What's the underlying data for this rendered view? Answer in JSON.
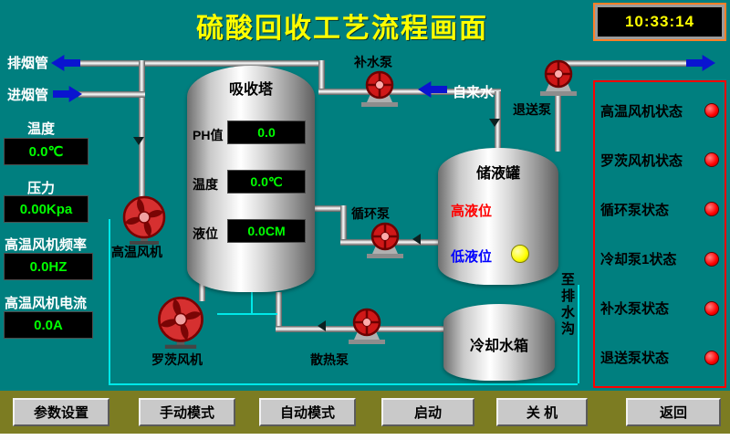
{
  "title": "硫酸回收工艺流程画面",
  "clock": "10:33:14",
  "left_panel": {
    "exhaust_pipe_label": "排烟管",
    "intake_pipe_label": "进烟管",
    "temperature_label": "温度",
    "temperature_value": "0.0℃",
    "pressure_label": "压力",
    "pressure_value": "0.00Kpa",
    "fan_freq_label": "高温风机频率",
    "fan_freq_value": "0.0HZ",
    "fan_current_label": "高温风机电流",
    "fan_current_value": "0.0A"
  },
  "tower": {
    "name": "吸收塔",
    "ph_label": "PH值",
    "ph_value": "0.0",
    "temp_label": "温度",
    "temp_value": "0.0℃",
    "level_label": "液位",
    "level_value": "0.0CM"
  },
  "equipment": {
    "high_temp_fan": "高温风机",
    "roots_fan": "罗茨风机",
    "makeup_pump": "补水泵",
    "tap_water": "自来水",
    "return_pump": "退送泵",
    "circulating_pump": "循环泵",
    "heat_pump": "散热泵"
  },
  "storage_tank": {
    "name": "储液罐",
    "high_level": "高液位",
    "low_level": "低液位"
  },
  "cooling_tank": {
    "name": "冷却水箱"
  },
  "drain_label": "至排水沟",
  "status_panel": {
    "items": [
      {
        "label": "高温风机状态",
        "state": "red"
      },
      {
        "label": "罗茨风机状态",
        "state": "red"
      },
      {
        "label": "循环泵状态",
        "state": "red"
      },
      {
        "label": "冷却泵1状态",
        "state": "red"
      },
      {
        "label": "补水泵状态",
        "state": "red"
      },
      {
        "label": "退送泵状态",
        "state": "red"
      }
    ]
  },
  "buttons": [
    {
      "label": "参数设置"
    },
    {
      "label": "手动模式"
    },
    {
      "label": "自动模式"
    },
    {
      "label": "启动"
    },
    {
      "label": "关 机"
    },
    {
      "label": "返回"
    }
  ],
  "colors": {
    "background": "#007f7f",
    "title_text": "#ffff00",
    "lcd_text": "#00ff00",
    "status_lamp": "#ff0000",
    "low_level_lamp": "#ffff00",
    "panel_border": "#ff0000",
    "bottom_bar": "#7c7c22",
    "arrow_blue": "#0a14d0"
  }
}
